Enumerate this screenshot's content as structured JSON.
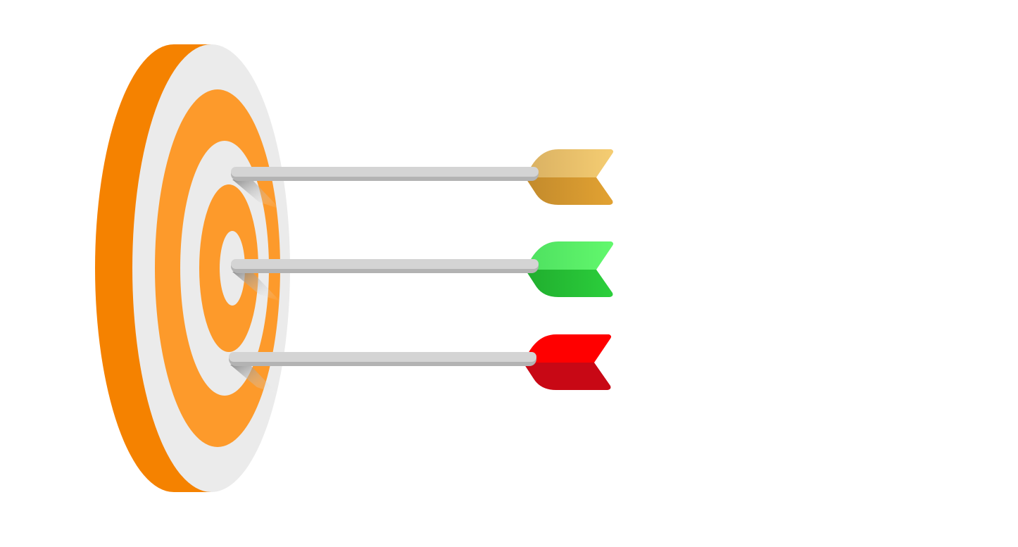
{
  "illustration": {
    "subject": "target-with-arrows",
    "colors": {
      "target_orange_dark": "#f58200",
      "target_orange": "#fd9a2b",
      "target_white": "#ebebeb",
      "shaft_light": "#d4d4d4",
      "shaft_dark": "#b3b3b3"
    },
    "arrows": [
      {
        "name": "gold",
        "top": "#f5cd72",
        "top_start": "#d9b062",
        "bottom": "#e2a232",
        "bottom_start": "#c28a2c"
      },
      {
        "name": "green",
        "top": "#62f86d",
        "top_start": "#4ee060",
        "bottom": "#2ccf3c",
        "bottom_start": "#20ad2e"
      },
      {
        "name": "red",
        "top": "#ff0000",
        "top_start": "#ff0000",
        "bottom": "#c80815",
        "bottom_start": "#c80815"
      }
    ]
  }
}
